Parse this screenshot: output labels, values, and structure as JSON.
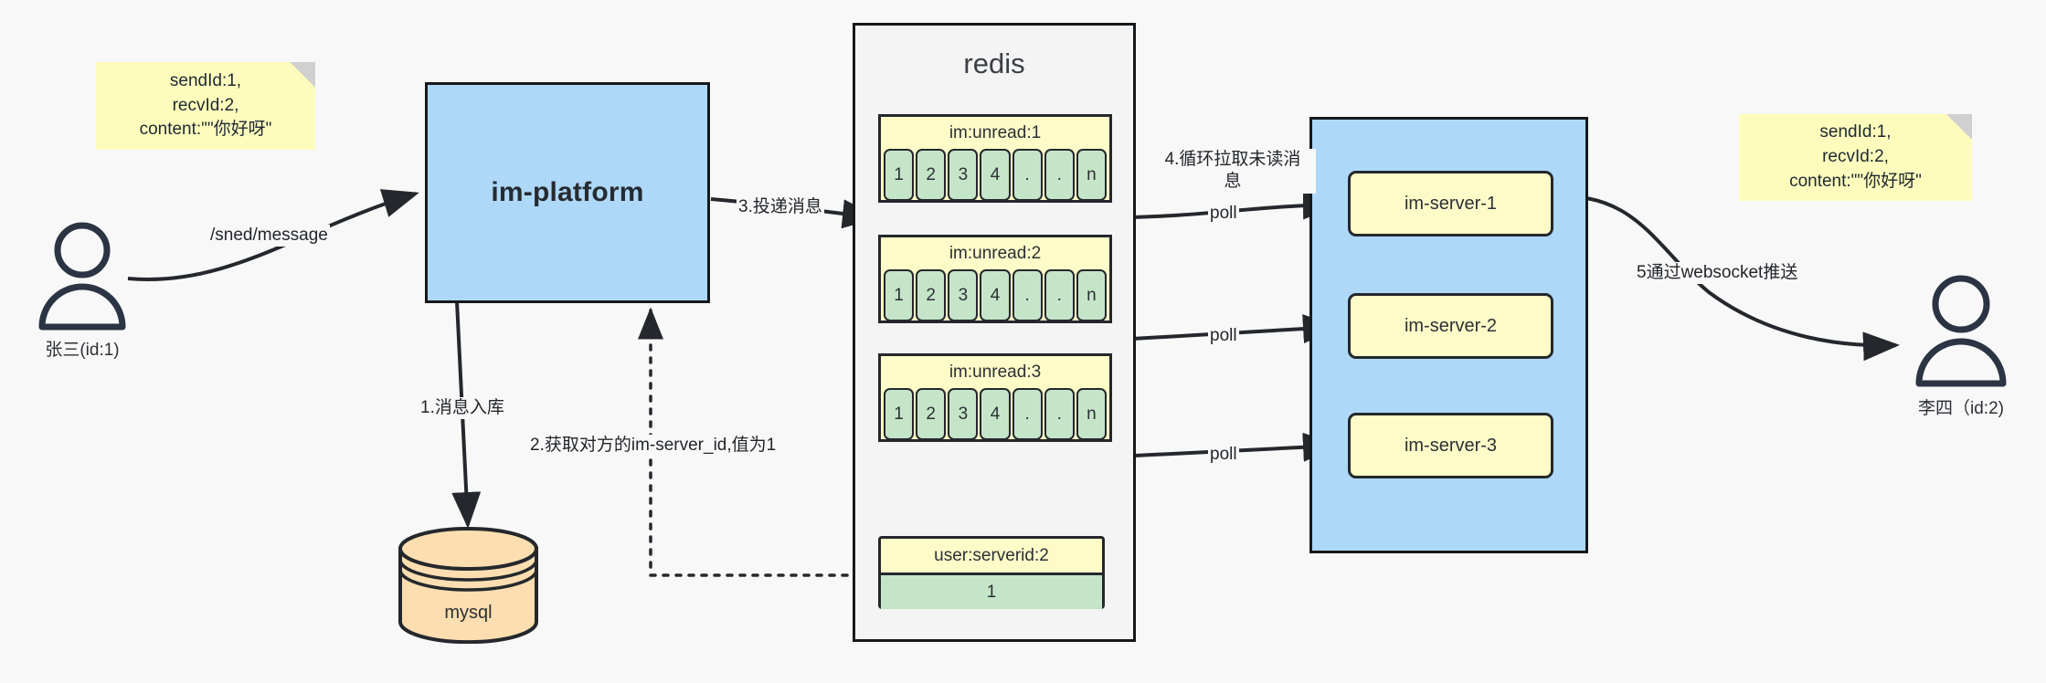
{
  "diagram": {
    "title": "IM message delivery architecture",
    "colors": {
      "note_bg": "#fdfcbc",
      "platform_bg": "#aed8f7",
      "queue_bg": "#fdfbc8",
      "cell_bg": "#c5e5c8",
      "mysql_bg": "#fcdeb0",
      "stroke": "#24282c",
      "canvas_bg": "#f8f8f8"
    }
  },
  "notes": [
    {
      "id": "note-left",
      "text": "sendId:1,\nrecvId:2,\ncontent:\"\"你好呀\""
    },
    {
      "id": "note-right",
      "text": "sendId:1,\nrecvId:2,\ncontent:\"\"你好呀\""
    }
  ],
  "actors": [
    {
      "id": "sender",
      "name": "张三(id:1)",
      "icon": "person-icon"
    },
    {
      "id": "receiver",
      "name": "李四（id:2)",
      "icon": "person-icon"
    }
  ],
  "platform": {
    "label": "im-platform"
  },
  "database": {
    "label": "mysql",
    "icon": "database-cylinder-icon"
  },
  "redis": {
    "title": "redis",
    "queues": [
      {
        "key": "im:unread:1",
        "cells": [
          "1",
          "2",
          "3",
          "4",
          ".",
          ".",
          "n"
        ]
      },
      {
        "key": "im:unread:2",
        "cells": [
          "1",
          "2",
          "3",
          "4",
          ".",
          ".",
          "n"
        ]
      },
      {
        "key": "im:unread:3",
        "cells": [
          "1",
          "2",
          "3",
          "4",
          ".",
          ".",
          "n"
        ]
      }
    ],
    "kv": {
      "key": "user:serverid:2",
      "value": "1"
    }
  },
  "servers": {
    "items": [
      {
        "label": "im-server-1"
      },
      {
        "label": "im-server-2"
      },
      {
        "label": "im-server-3"
      }
    ]
  },
  "edge_labels": {
    "send_message": "/sned/message",
    "step1": "1.消息入库",
    "step2": "2.获取对方的im-server_id,值为1",
    "step3": "3.投递消息",
    "step4": "4.循环拉取未读消\n息",
    "poll_1": "poll",
    "poll_2": "poll",
    "poll_3": "poll",
    "step5": "5通过websocket推送"
  }
}
